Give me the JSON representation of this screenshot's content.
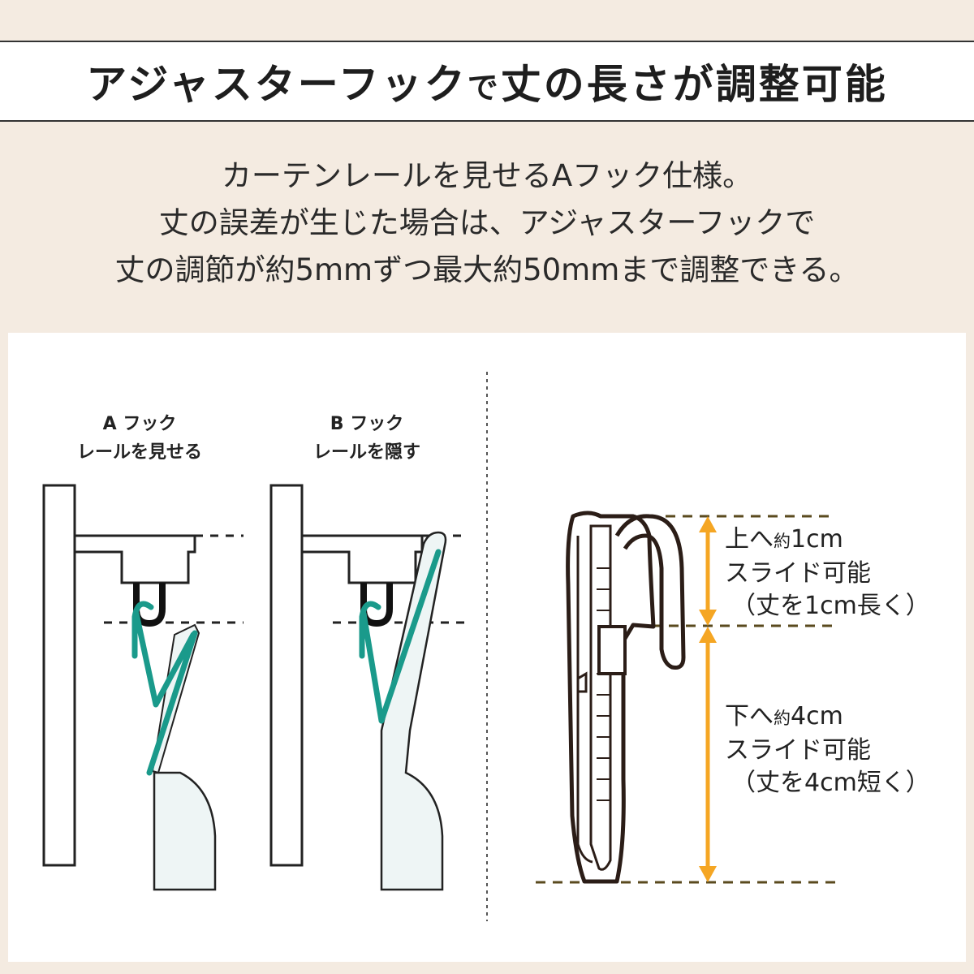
{
  "title": {
    "part1": "アジャスターフック",
    "part2": "で",
    "part3": "丈の長さが調整可能"
  },
  "description": [
    "カーテンレールを見せるAフック仕様。",
    "丈の誤差が生じた場合は、アジャスターフックで",
    "丈の調節が約5mmずつ最大約50mmまで調整できる。"
  ],
  "hooks": {
    "a": {
      "name": "A フック",
      "sub": "レールを見せる"
    },
    "b": {
      "name": "B フック",
      "sub": "レールを隠す"
    }
  },
  "slide": {
    "up": {
      "dir": "上へ",
      "approx": "約",
      "amount": "1cm",
      "action": "スライド可能",
      "effect": "（丈を1cm長く）"
    },
    "down": {
      "dir": "下へ",
      "approx": "約",
      "amount": "4cm",
      "action": "スライド可能",
      "effect": "（丈を4cm短く）"
    }
  },
  "colors": {
    "background": "#f4ebe1",
    "hook_teal": "#1a9a8b",
    "arrow_orange": "#f5a623",
    "dashed_line": "#5a4a1e",
    "outline": "#222222",
    "fabric": "#eef5f5"
  }
}
